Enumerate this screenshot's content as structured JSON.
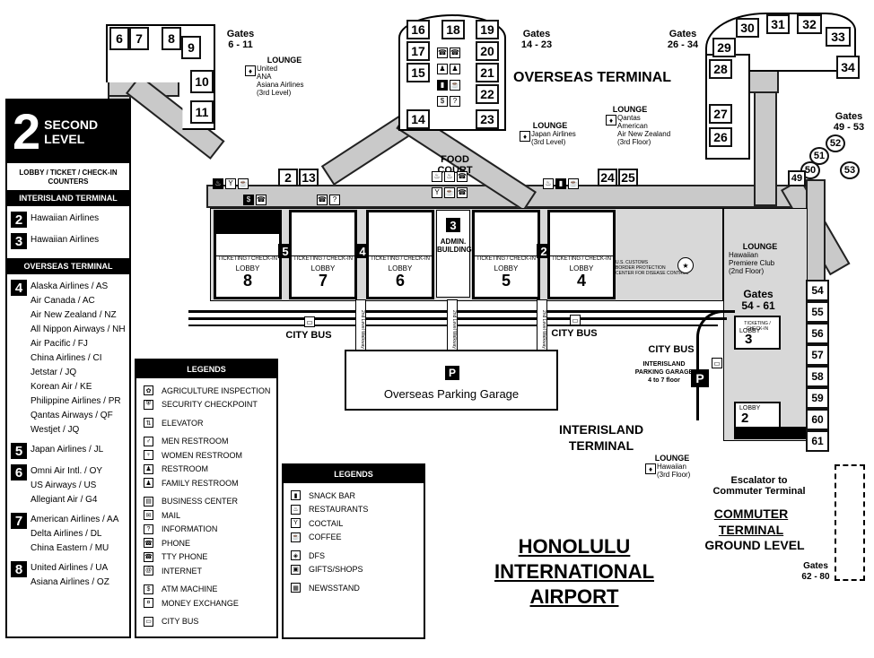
{
  "title": {
    "line1": "HONOLULU",
    "line2": "INTERNATIONAL",
    "line3": "AIRPORT"
  },
  "level": {
    "number": "2",
    "line1": "SECOND",
    "line2": "LEVEL",
    "subtitle": "LOBBY / TICKET / CHECK-IN COUNTERS"
  },
  "sidebar": {
    "interisland_header": "INTERISLAND TERMINAL",
    "interisland": [
      {
        "num": "2",
        "airlines": [
          "Hawaiian Airlines"
        ]
      },
      {
        "num": "3",
        "airlines": [
          "Hawaiian Airlines"
        ]
      }
    ],
    "overseas_header": "OVERSEAS TERMINAL",
    "overseas": [
      {
        "num": "4",
        "airlines": [
          "Alaska Airlines / AS",
          "Air Canada / AC",
          "Air New Zealand / NZ",
          "All Nippon Airways / NH",
          "Air Pacific / FJ",
          "China Airlines / CI",
          "Jetstar / JQ",
          "Korean Air / KE",
          "Philippine Airlines / PR",
          "Qantas Airways / QF",
          "Westjet / JQ"
        ]
      },
      {
        "num": "5",
        "airlines": [
          "Japan Airlines / JL"
        ]
      },
      {
        "num": "6",
        "airlines": [
          "Omni Air Intl. / OY",
          "US Airways / US",
          "Allegiant Air / G4"
        ]
      },
      {
        "num": "7",
        "airlines": [
          "American Airlines / AA",
          "Delta Airlines / DL",
          "China Eastern / MU"
        ]
      },
      {
        "num": "8",
        "airlines": [
          "United Airlines / UA",
          "Asiana Airlines / OZ"
        ]
      }
    ]
  },
  "legend1": {
    "header": "LEGENDS",
    "items": [
      {
        "icon": "agriculture-icon",
        "label": "AGRICULTURE INSPECTION"
      },
      {
        "icon": "security-icon",
        "label": "SECURITY CHECKPOINT"
      },
      {
        "icon": "elevator-icon",
        "label": "ELEVATOR"
      },
      {
        "icon": "men-restroom-icon",
        "label": "MEN RESTROOM"
      },
      {
        "icon": "women-restroom-icon",
        "label": "WOMEN RESTROOM"
      },
      {
        "icon": "restroom-icon",
        "label": "RESTROOM"
      },
      {
        "icon": "family-restroom-icon",
        "label": "FAMILY RESTROOM"
      },
      {
        "icon": "business-center-icon",
        "label": "BUSINESS CENTER"
      },
      {
        "icon": "mail-icon",
        "label": "MAIL"
      },
      {
        "icon": "information-icon",
        "label": "INFORMATION"
      },
      {
        "icon": "phone-icon",
        "label": "PHONE"
      },
      {
        "icon": "tty-phone-icon",
        "label": "TTY PHONE"
      },
      {
        "icon": "internet-icon",
        "label": "INTERNET"
      },
      {
        "icon": "atm-icon",
        "label": "ATM MACHINE"
      },
      {
        "icon": "money-exchange-icon",
        "label": "MONEY EXCHANGE"
      },
      {
        "icon": "city-bus-icon",
        "label": "CITY BUS"
      }
    ]
  },
  "legend2": {
    "header": "LEGENDS",
    "items": [
      {
        "icon": "snack-bar-icon",
        "label": "SNACK BAR"
      },
      {
        "icon": "restaurant-icon",
        "label": "RESTAURANTS"
      },
      {
        "icon": "cocktail-icon",
        "label": "COCTAIL"
      },
      {
        "icon": "coffee-icon",
        "label": "COFFEE"
      },
      {
        "icon": "dfs-icon",
        "label": "DFS"
      },
      {
        "icon": "gifts-icon",
        "label": "GIFTS/SHOPS"
      },
      {
        "icon": "newsstand-icon",
        "label": "NEWSSTAND"
      }
    ]
  },
  "gates": {
    "g6_11": "Gates\n6 - 11",
    "g14_23": "Gates\n14 - 23",
    "g26_34": "Gates\n26 - 34",
    "g49_53": "Gates\n49 - 53",
    "g54_61": "Gates\n54 - 61",
    "g62_80": "Gates\n62 - 80",
    "left": [
      "6",
      "7",
      "8",
      "9",
      "10",
      "11"
    ],
    "center": [
      "16",
      "18",
      "19",
      "17",
      "20",
      "15",
      "21",
      "22",
      "14",
      "23"
    ],
    "right": [
      "30",
      "31",
      "32",
      "29",
      "33",
      "28",
      "34",
      "27",
      "26"
    ],
    "small": [
      "2",
      "13",
      "24",
      "25"
    ],
    "far": [
      "52",
      "51",
      "50",
      "53",
      "49"
    ],
    "col": [
      "54",
      "55",
      "56",
      "57",
      "58",
      "59",
      "60",
      "61"
    ]
  },
  "lounges": {
    "l1": {
      "title": "LOUNGE",
      "text": "United\nANA\nAsiana Airlines\n(3rd Level)"
    },
    "l2": {
      "title": "LOUNGE",
      "text": "Japan Airlines\n(3rd Level)"
    },
    "l3": {
      "title": "LOUNGE",
      "text": "Qantas\nAmerican\nAir New Zealand\n(3rd Floor)"
    },
    "l4": {
      "title": "LOUNGE",
      "text": "Hawaiian\nPremiere Club\n(2nd Floor)"
    },
    "l5": {
      "title": "LOUNGE",
      "text": "Hawaiian\n(3rd Floor)"
    }
  },
  "labels": {
    "overseas_terminal": "OVERSEAS TERMINAL",
    "interisland_terminal": "INTERISLAND\nTERMINAL",
    "commuter_terminal": "COMMUTER\nTERMINAL",
    "ground_level": "GROUND LEVEL",
    "escalator": "Escalator to\nCommuter Terminal",
    "food_court": "FOOD COURT",
    "admin": "ADMIN.\nBUILDING",
    "city_bus": "CITY BUS",
    "parking_garage": "Overseas Parking Garage",
    "p": "P",
    "interisland_garage": "INTERISLAND\nPARKING GARAGE\n4 to 7 floor",
    "customs": "U.S. CUSTOMS\nBORDER PROTECTION\nCENTER FOR DISEASE CONTROL",
    "ticketing": "TICKETING / CHECK-IN",
    "lobby": "LOBBY",
    "walkway1": "2nd Level Walkway",
    "walkway2": "2nd Level Walkway",
    "walkway3": "2nd Level Walkway"
  },
  "lobbies": [
    "8",
    "7",
    "6",
    "5",
    "4",
    "3",
    "2"
  ]
}
